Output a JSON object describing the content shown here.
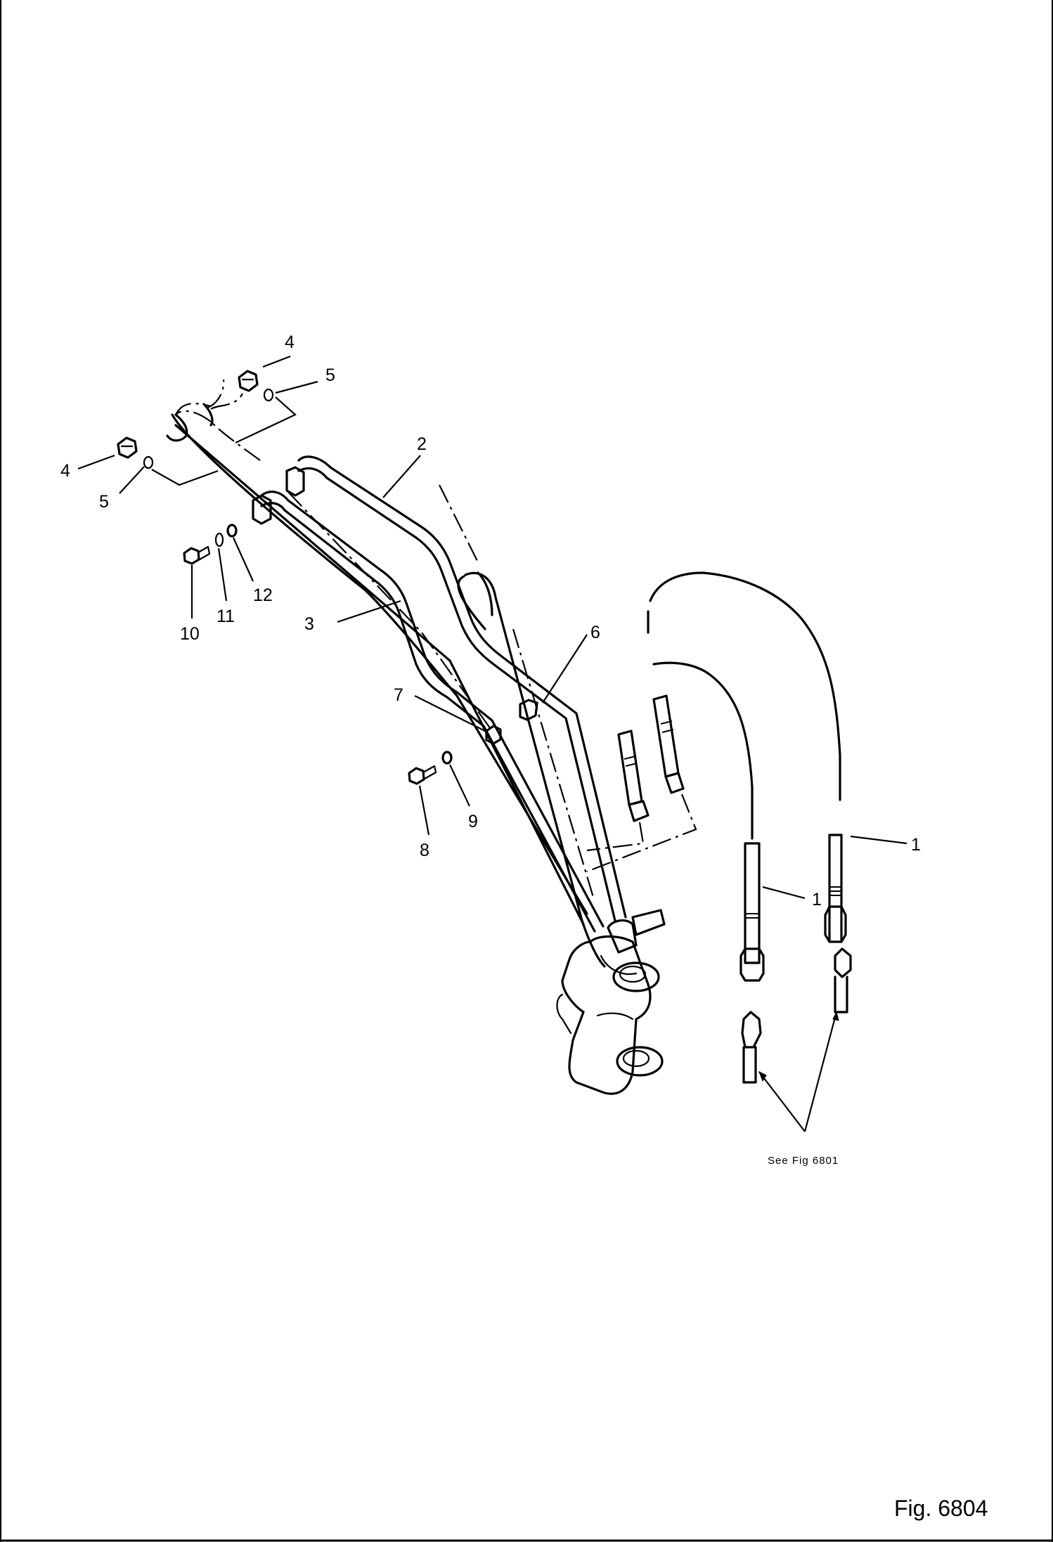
{
  "callouts": {
    "c1a": "1",
    "c1b": "1",
    "c2": "2",
    "c3": "3",
    "c4a": "4",
    "c4b": "4",
    "c5a": "5",
    "c5b": "5",
    "c6": "6",
    "c7": "7",
    "c8": "8",
    "c9": "9",
    "c10": "10",
    "c11": "11",
    "c12": "12"
  },
  "reference_note": "See Fig 6801",
  "figure_label": "Fig. 6804"
}
